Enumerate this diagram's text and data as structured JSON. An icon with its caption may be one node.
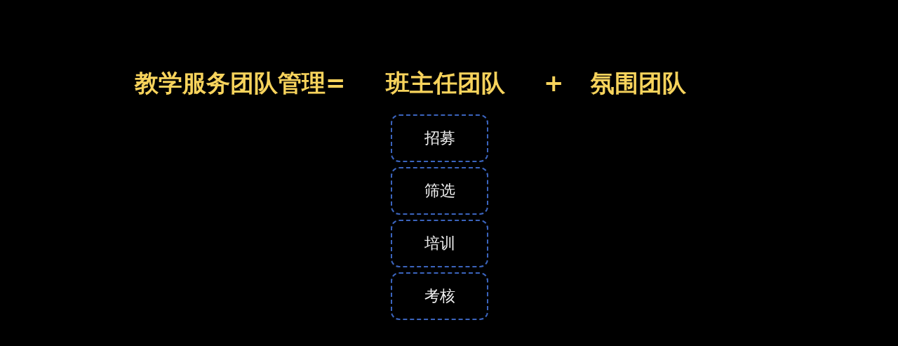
{
  "diagram": {
    "nodes": [
      {
        "text": [
          "招募"
        ]
      },
      {
        "text": [
          "筛选"
        ]
      },
      {
        "text": [
          "培训"
        ]
      },
      {
        "text": [
          "考核"
        ]
      }
    ],
    "labels": [
      "教学服务团队管理=",
      "班主任团队",
      "+",
      "氛围团队"
    ]
  }
}
